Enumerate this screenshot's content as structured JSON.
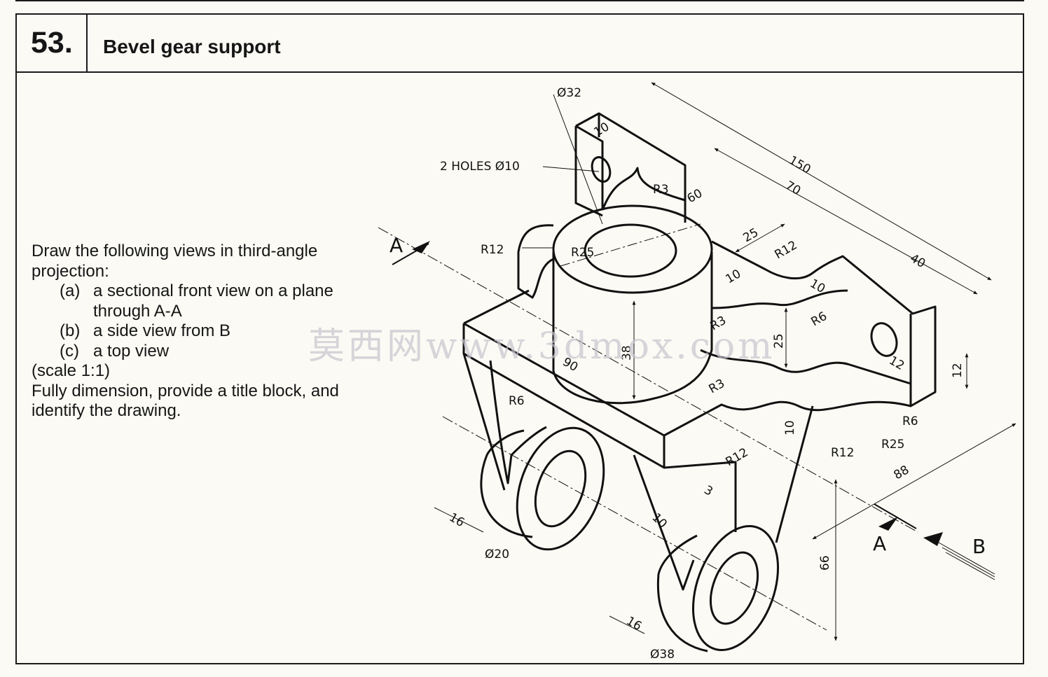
{
  "exercise": {
    "number": "53.",
    "title": "Bevel gear support"
  },
  "instructions": {
    "line1": "Draw the following views in third-angle",
    "line2": "projection:",
    "a_label": "(a)",
    "a_text": "a sectional front view on a plane",
    "a_cont": "through A-A",
    "b_label": "(b)",
    "b_text": "a side view from B",
    "c_label": "(c)",
    "c_text": "a top view",
    "scale": "(scale 1:1)",
    "note1": "Fully dimension, provide a title block, and",
    "note2": "identify the drawing."
  },
  "dimensions": {
    "d_phi32": "Ø32",
    "d_10_top": "10",
    "d_holes": "2 HOLES Ø10",
    "d_r3_top": "R3",
    "d_60": "60",
    "d_150": "150",
    "d_70": "70",
    "d_r12_left": "R12",
    "d_r25": "R25",
    "d_25_top": "25",
    "d_r12_mid": "R12",
    "d_40": "40",
    "d_10_mid": "10",
    "d_10_mid2": "10",
    "d_r3_mid": "R3",
    "d_r6_right": "R6",
    "d_25_vert": "25",
    "d_38": "38",
    "d_90": "90",
    "d_12_hole": "12",
    "d_12_side": "12",
    "d_r3_low": "R3",
    "d_r6_left": "R6",
    "d_10_low": "10",
    "d_r6_low": "R6",
    "d_r12_low": "R12",
    "d_r12_low2": "R12",
    "d_r25_low": "R25",
    "d_88": "88",
    "d_3": "3",
    "d_16_left": "16",
    "d_10_leg": "10",
    "d_phi20": "Ø20",
    "d_66": "66",
    "d_16_right": "16",
    "d_phi38": "Ø38",
    "lbl_a1": "A",
    "lbl_a2": "A",
    "lbl_b": "B"
  },
  "watermark": "莫西网www.3dmox.com"
}
